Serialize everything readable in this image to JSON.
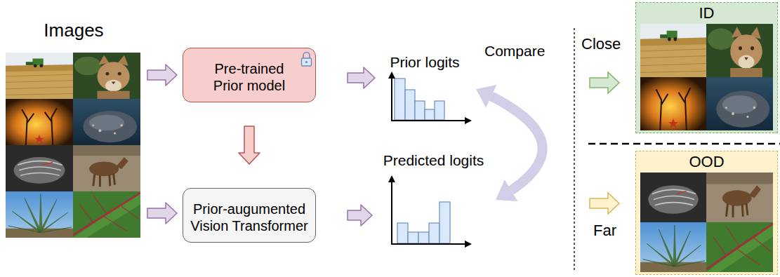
{
  "diagram": {
    "nodes": [
      {
        "text": [
          "Images"
        ]
      },
      {
        "text": [
          "Pre-trained Prior model"
        ]
      },
      {
        "text": [
          "Prior-augumented Vision Transformer"
        ]
      },
      {
        "text": [
          "Prior logits"
        ]
      },
      {
        "text": [
          "Predicted logits"
        ]
      },
      {
        "text": [
          "ID"
        ]
      },
      {
        "text": [
          "OOD"
        ]
      }
    ],
    "edges": [
      {
        "from": 0,
        "to": 1,
        "arrow": "to"
      },
      {
        "from": 0,
        "to": 2,
        "arrow": "to"
      },
      {
        "from": 1,
        "to": 2,
        "arrow": "to"
      },
      {
        "from": 1,
        "to": 3,
        "arrow": "to"
      },
      {
        "from": 2,
        "to": 4,
        "arrow": "to"
      },
      {
        "from": 3,
        "to": 4,
        "label": "Compare",
        "arrow": "both"
      }
    ],
    "labels": [
      "Close",
      "Far"
    ]
  }
}
